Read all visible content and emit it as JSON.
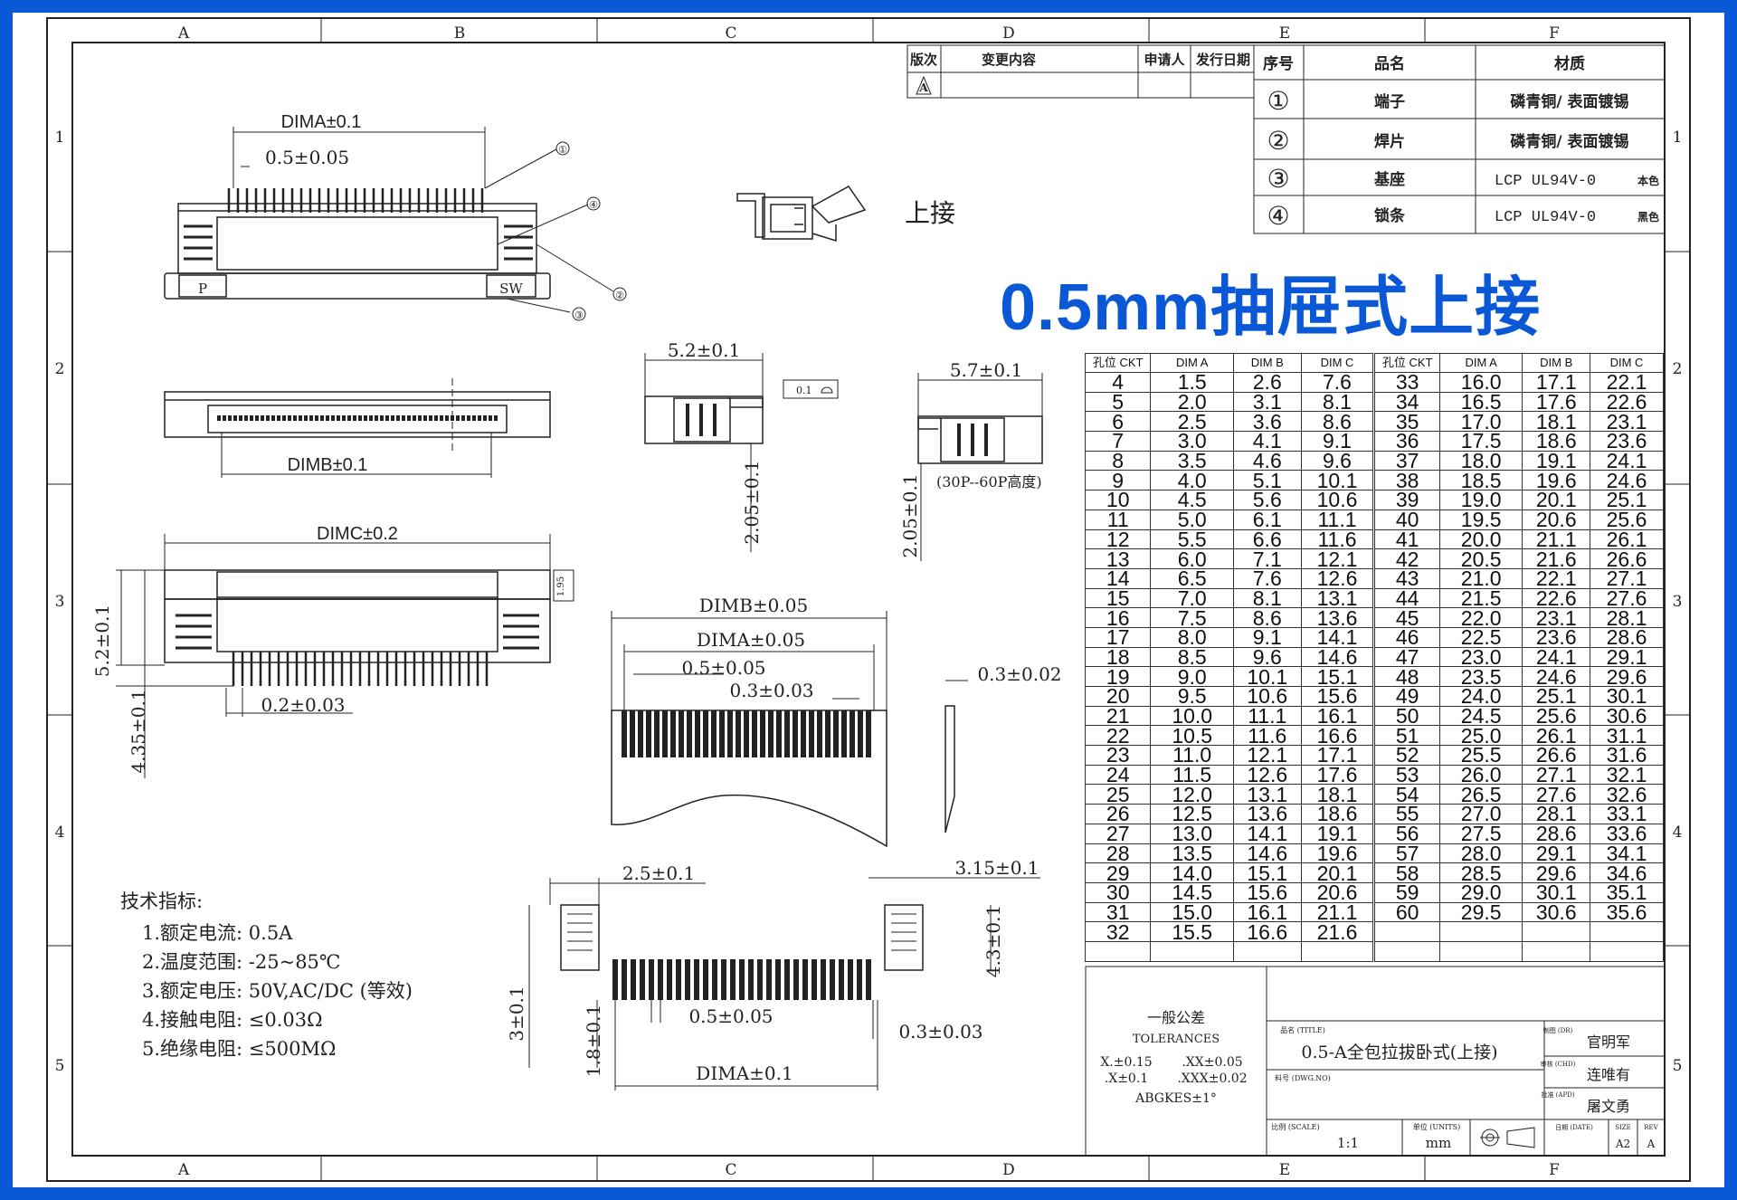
{
  "frame": {
    "columns": [
      "A",
      "B",
      "C",
      "D",
      "E",
      "F"
    ],
    "rows": [
      "1",
      "2",
      "3",
      "4",
      "5"
    ],
    "border_color": "#0a58d6"
  },
  "title_banner": "0.5mm抽屉式上接",
  "revision_block": {
    "headers": [
      "版次",
      "变更内容",
      "申请人",
      "发行日期"
    ],
    "first_rev": "A"
  },
  "bom": {
    "headers": [
      "序号",
      "品名",
      "材质"
    ],
    "rows": [
      {
        "no": "①",
        "name": "端子",
        "material": "磷青铜/ 表面镀锡",
        "color": ""
      },
      {
        "no": "②",
        "name": "焊片",
        "material": "磷青铜/ 表面镀锡",
        "color": ""
      },
      {
        "no": "③",
        "name": "基座",
        "material": "LCP UL94V-0",
        "color": "本色"
      },
      {
        "no": "④",
        "name": "锁条",
        "material": "LCP UL94V-0",
        "color": "黑色"
      }
    ]
  },
  "labels": {
    "dima_01": "DIMA±0.1",
    "pitch_005": "0.5±0.05",
    "dimb_01": "DIMB±0.1",
    "dimc_02": "DIMC±0.2",
    "h52": "5.2±0.1",
    "h435": "4.35±0.1",
    "w02": "0.2±0.03",
    "top_52": "5.2±0.1",
    "top_57": "5.7±0.1",
    "h205a": "2.05±0.1",
    "h205b": "2.05±0.1",
    "note_30_60": "(30P--60P高度)",
    "flat": "0.1",
    "upper": "上接",
    "pin_p": "P",
    "pin_sw": "SW",
    "dimb_005": "DIMB±0.05",
    "dima_005": "DIMA±0.05",
    "pitch2": "0.5±0.05",
    "w03": "0.3±0.03",
    "t03": "0.3±0.02",
    "w25": "2.5±0.1",
    "w315": "3.15±0.1",
    "h43": "4.3±0.1",
    "h3": "3±0.1",
    "h18": "1.8±0.1",
    "pitch3": "0.5±0.05",
    "w03b": "0.3±0.03",
    "dima_bot": "DIMA±0.1",
    "small_195": "1.95",
    "callout1": "①",
    "callout2": "②",
    "callout3": "③",
    "callout4": "④"
  },
  "specs": {
    "heading": "技术指标:",
    "items": [
      "1.额定电流: 0.5A",
      "2.温度范围: -25~85℃",
      "3.额定电压: 50V,AC/DC (等效)",
      "4.接触电阻: ≤0.03Ω",
      "5.绝缘电阻: ≤500MΩ"
    ]
  },
  "dim_table": {
    "headers": [
      "孔位 CKT",
      "DIM A",
      "DIM B",
      "DIM C"
    ],
    "left": [
      [
        "4",
        "1.5",
        "2.6",
        "7.6"
      ],
      [
        "5",
        "2.0",
        "3.1",
        "8.1"
      ],
      [
        "6",
        "2.5",
        "3.6",
        "8.6"
      ],
      [
        "7",
        "3.0",
        "4.1",
        "9.1"
      ],
      [
        "8",
        "3.5",
        "4.6",
        "9.6"
      ],
      [
        "9",
        "4.0",
        "5.1",
        "10.1"
      ],
      [
        "10",
        "4.5",
        "5.6",
        "10.6"
      ],
      [
        "11",
        "5.0",
        "6.1",
        "11.1"
      ],
      [
        "12",
        "5.5",
        "6.6",
        "11.6"
      ],
      [
        "13",
        "6.0",
        "7.1",
        "12.1"
      ],
      [
        "14",
        "6.5",
        "7.6",
        "12.6"
      ],
      [
        "15",
        "7.0",
        "8.1",
        "13.1"
      ],
      [
        "16",
        "7.5",
        "8.6",
        "13.6"
      ],
      [
        "17",
        "8.0",
        "9.1",
        "14.1"
      ],
      [
        "18",
        "8.5",
        "9.6",
        "14.6"
      ],
      [
        "19",
        "9.0",
        "10.1",
        "15.1"
      ],
      [
        "20",
        "9.5",
        "10.6",
        "15.6"
      ],
      [
        "21",
        "10.0",
        "11.1",
        "16.1"
      ],
      [
        "22",
        "10.5",
        "11.6",
        "16.6"
      ],
      [
        "23",
        "11.0",
        "12.1",
        "17.1"
      ],
      [
        "24",
        "11.5",
        "12.6",
        "17.6"
      ],
      [
        "25",
        "12.0",
        "13.1",
        "18.1"
      ],
      [
        "26",
        "12.5",
        "13.6",
        "18.6"
      ],
      [
        "27",
        "13.0",
        "14.1",
        "19.1"
      ],
      [
        "28",
        "13.5",
        "14.6",
        "19.6"
      ],
      [
        "29",
        "14.0",
        "15.1",
        "20.1"
      ],
      [
        "30",
        "14.5",
        "15.6",
        "20.6"
      ],
      [
        "31",
        "15.0",
        "16.1",
        "21.1"
      ],
      [
        "32",
        "15.5",
        "16.6",
        "21.6"
      ]
    ],
    "right": [
      [
        "33",
        "16.0",
        "17.1",
        "22.1"
      ],
      [
        "34",
        "16.5",
        "17.6",
        "22.6"
      ],
      [
        "35",
        "17.0",
        "18.1",
        "23.1"
      ],
      [
        "36",
        "17.5",
        "18.6",
        "23.6"
      ],
      [
        "37",
        "18.0",
        "19.1",
        "24.1"
      ],
      [
        "38",
        "18.5",
        "19.6",
        "24.6"
      ],
      [
        "39",
        "19.0",
        "20.1",
        "25.1"
      ],
      [
        "40",
        "19.5",
        "20.6",
        "25.6"
      ],
      [
        "41",
        "20.0",
        "21.1",
        "26.1"
      ],
      [
        "42",
        "20.5",
        "21.6",
        "26.6"
      ],
      [
        "43",
        "21.0",
        "22.1",
        "27.1"
      ],
      [
        "44",
        "21.5",
        "22.6",
        "27.6"
      ],
      [
        "45",
        "22.0",
        "23.1",
        "28.1"
      ],
      [
        "46",
        "22.5",
        "23.6",
        "28.6"
      ],
      [
        "47",
        "23.0",
        "24.1",
        "29.1"
      ],
      [
        "48",
        "23.5",
        "24.6",
        "29.6"
      ],
      [
        "49",
        "24.0",
        "25.1",
        "30.1"
      ],
      [
        "50",
        "24.5",
        "25.6",
        "30.6"
      ],
      [
        "51",
        "25.0",
        "26.1",
        "31.1"
      ],
      [
        "52",
        "25.5",
        "26.6",
        "31.6"
      ],
      [
        "53",
        "26.0",
        "27.1",
        "32.1"
      ],
      [
        "54",
        "26.5",
        "27.6",
        "32.6"
      ],
      [
        "55",
        "27.0",
        "28.1",
        "33.1"
      ],
      [
        "56",
        "27.5",
        "28.6",
        "33.6"
      ],
      [
        "57",
        "28.0",
        "29.1",
        "34.1"
      ],
      [
        "58",
        "28.5",
        "29.6",
        "34.6"
      ],
      [
        "59",
        "29.0",
        "30.1",
        "35.1"
      ],
      [
        "60",
        "29.5",
        "30.6",
        "35.6"
      ]
    ]
  },
  "title_block": {
    "tol_title_cn": "一般公差",
    "tol_title_en": "TOLERANCES",
    "tol_1": "X.±0.15",
    "tol_2": ".XX±0.05",
    "tol_3": ".X±0.1",
    "tol_4": ".XXX±0.02",
    "tol_5": "ABGKES±1°",
    "name_label": "品名 (TITLE)",
    "name_value": "0.5-A全包拉拔卧式(上接)",
    "dwg_label": "料号 (DWG.NO)",
    "scale_label": "比例 (SCALE)",
    "scale_value": "1:1",
    "unit_label": "单位 (UNITS)",
    "unit_value": "mm",
    "r1_label": "制图 (DR)",
    "r1_value": "官明军",
    "r2_label": "审核 (CHD)",
    "r2_value": "连唯有",
    "r3_label": "批准 (APD)",
    "r3_value": "屠文勇",
    "date_label": "日期 (DATE)",
    "size_label": "SIZE",
    "size_value": "A2",
    "rev_label": "REV",
    "rev_value": "A"
  }
}
